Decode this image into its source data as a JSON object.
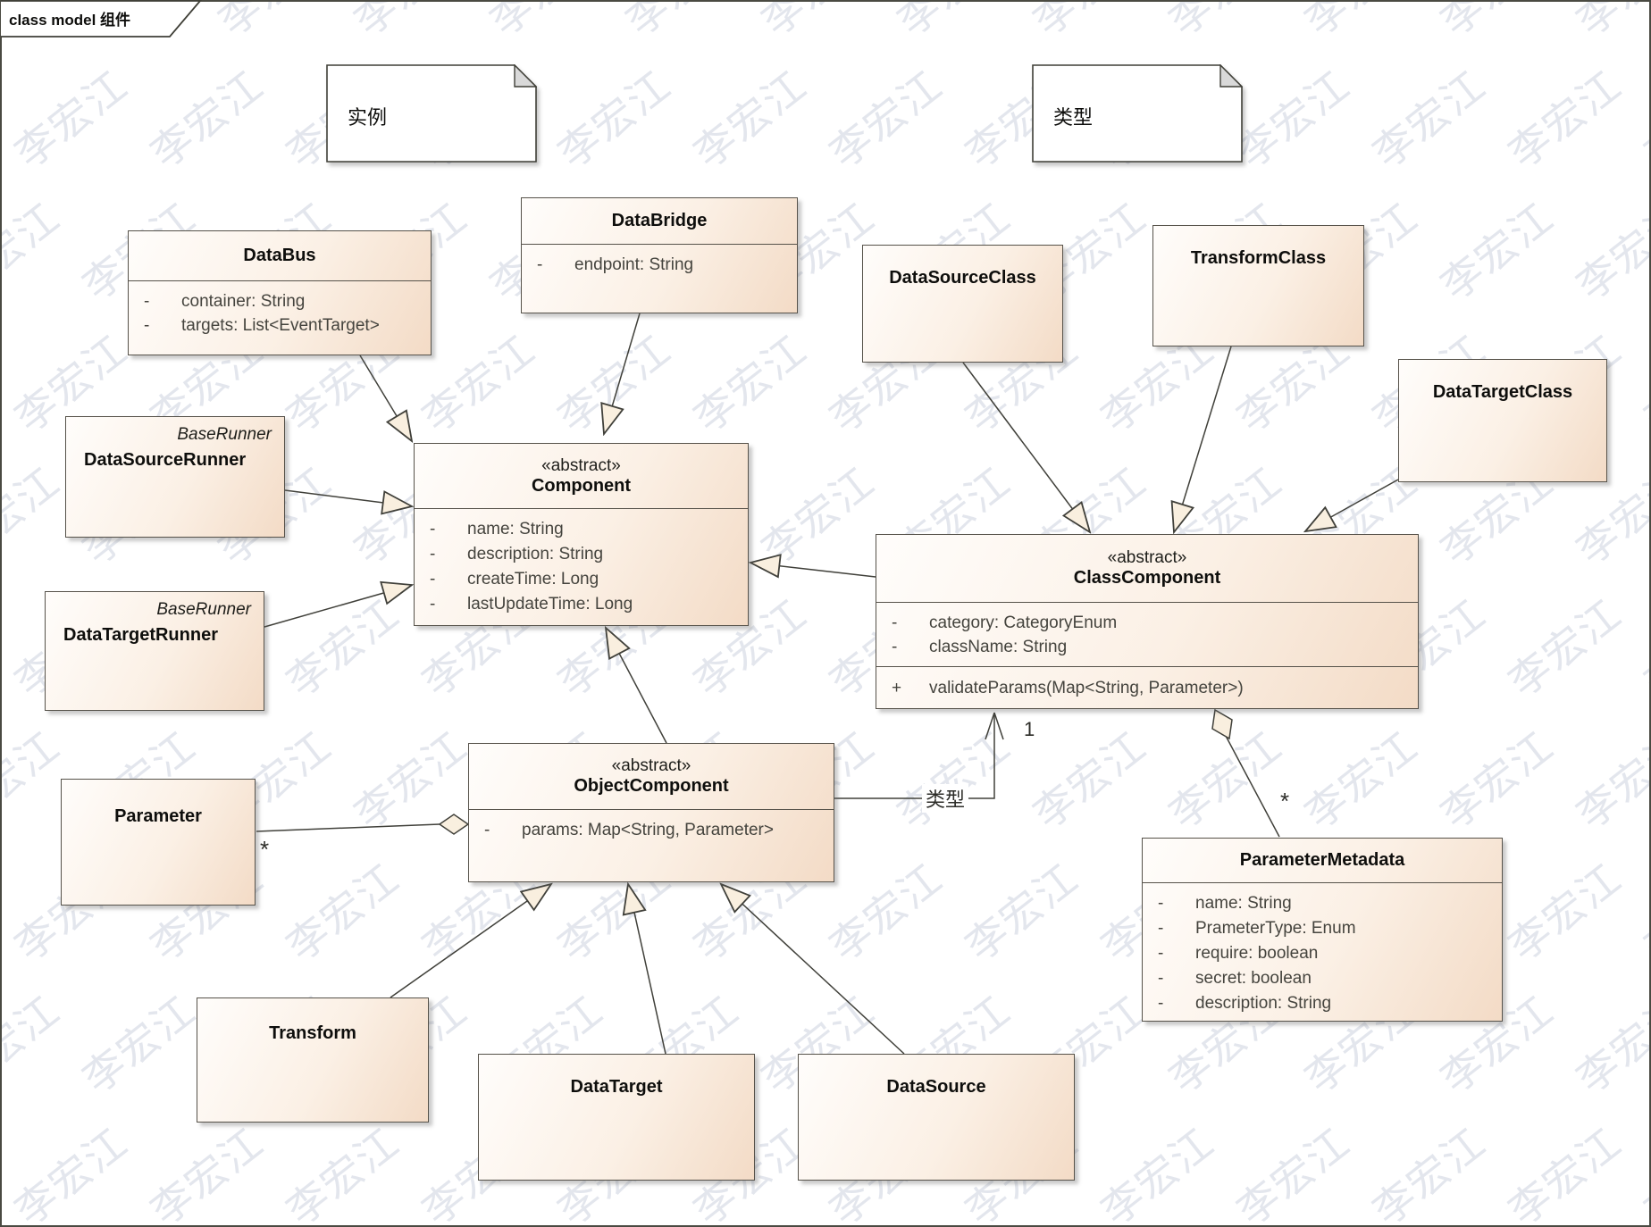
{
  "frame": {
    "tab_title": "class model 组件"
  },
  "watermark": {
    "text": "李宏江"
  },
  "notes": {
    "instance": {
      "text": "实例"
    },
    "type": {
      "text": "类型"
    }
  },
  "labels": {
    "assoc_type": "类型",
    "mult_one": "1",
    "mult_param_star": "*",
    "mult_meta_star": "*"
  },
  "classes": {
    "databus": {
      "title": "DataBus",
      "attrs": [
        {
          "v": "-",
          "t": "container: String"
        },
        {
          "v": "-",
          "t": "targets: List<EventTarget>"
        }
      ]
    },
    "databridge": {
      "title": "DataBridge",
      "attrs": [
        {
          "v": "-",
          "t": "endpoint: String"
        }
      ]
    },
    "datasourceclass": {
      "title": "DataSourceClass"
    },
    "transformclass": {
      "title": "TransformClass"
    },
    "datatargetclass": {
      "title": "DataTargetClass"
    },
    "datasourcerunner": {
      "tag": "BaseRunner",
      "title": "DataSourceRunner"
    },
    "datatargetrunner": {
      "tag": "BaseRunner",
      "title": "DataTargetRunner"
    },
    "component": {
      "stereotype": "«abstract»",
      "title": "Component",
      "attrs": [
        {
          "v": "-",
          "t": "name: String"
        },
        {
          "v": "-",
          "t": "description: String"
        },
        {
          "v": "-",
          "t": "createTime: Long"
        },
        {
          "v": "-",
          "t": "lastUpdateTime: Long"
        }
      ]
    },
    "classcomponent": {
      "stereotype": "«abstract»",
      "title": "ClassComponent",
      "attrs": [
        {
          "v": "-",
          "t": "category: CategoryEnum"
        },
        {
          "v": "-",
          "t": "className: String"
        }
      ],
      "ops": [
        {
          "v": "+",
          "t": "validateParams(Map<String, Parameter>)"
        }
      ]
    },
    "parameter": {
      "title": "Parameter"
    },
    "objectcomponent": {
      "stereotype": "«abstract»",
      "title": "ObjectComponent",
      "attrs": [
        {
          "v": "-",
          "t": "params: Map<String, Parameter>"
        }
      ]
    },
    "parametermetadata": {
      "title": "ParameterMetadata",
      "attrs": [
        {
          "v": "-",
          "t": "name: String"
        },
        {
          "v": "-",
          "t": "PrameterType: Enum"
        },
        {
          "v": "-",
          "t": "require: boolean"
        },
        {
          "v": "-",
          "t": "secret: boolean"
        },
        {
          "v": "-",
          "t": "description: String"
        }
      ]
    },
    "transform": {
      "title": "Transform"
    },
    "datatarget": {
      "title": "DataTarget"
    },
    "datasource": {
      "title": "DataSource"
    }
  }
}
